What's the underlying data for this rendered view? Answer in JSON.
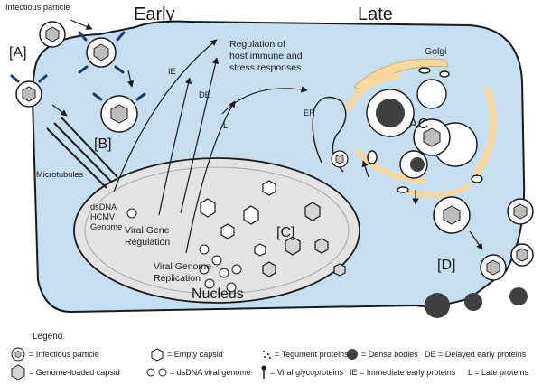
{
  "headings": {
    "early": "Early",
    "late": "Late"
  },
  "top_label": "Infectious particle",
  "markers": {
    "a": "[A]",
    "b": "[B]",
    "c": "[C]",
    "d": "[D]"
  },
  "cell_labels": {
    "microtubules": "Microtubules",
    "genome_line1": "dsDNA",
    "genome_line2": "HCMV",
    "genome_line3": "Genome",
    "regulation_line1": "Regulation of",
    "regulation_line2": "host immune and",
    "regulation_line3": "stress responses",
    "ie": "IE",
    "de": "DE",
    "l": "L",
    "er": "ER",
    "golgi": "Golgi",
    "ac": "AC",
    "gene_reg_line1": "Viral Gene",
    "gene_reg_line2": "Regulation",
    "replication_line1": "Viral Genome",
    "replication_line2": "Replication",
    "nucleus": "Nucleus"
  },
  "legend": {
    "title": "Legend",
    "items": [
      {
        "icon": "infectious-particle-icon",
        "label": "= Infectious particle"
      },
      {
        "icon": "empty-capsid-icon",
        "label": "= Empty capsid"
      },
      {
        "icon": "tegument-proteins-icon",
        "label": "= Tegument proteins"
      },
      {
        "icon": "dense-bodies-icon",
        "label": "= Dense bodies"
      },
      {
        "icon": "",
        "label": "DE = Delayed early proteins"
      },
      {
        "icon": "genome-loaded-capsid-icon",
        "label": "= Genome-loaded capsid"
      },
      {
        "icon": "dsdna-viral-genome-icon",
        "label": "= dsDNA viral genome"
      },
      {
        "icon": "viral-glycoproteins-icon",
        "label": "= Viral glycoproteins"
      },
      {
        "icon": "",
        "label": "IE = Immediate early proteins"
      },
      {
        "icon": "",
        "label": "L = Late proteins"
      }
    ]
  },
  "colors": {
    "cytoplasm": "#c5dff0",
    "nucleus": "#e3e3e3",
    "golgi": "#f6d89c",
    "outline": "#1a1a1a",
    "glycoprotein": "#1e3a6e",
    "dense_body": "#404040",
    "background": "#ffffff"
  }
}
